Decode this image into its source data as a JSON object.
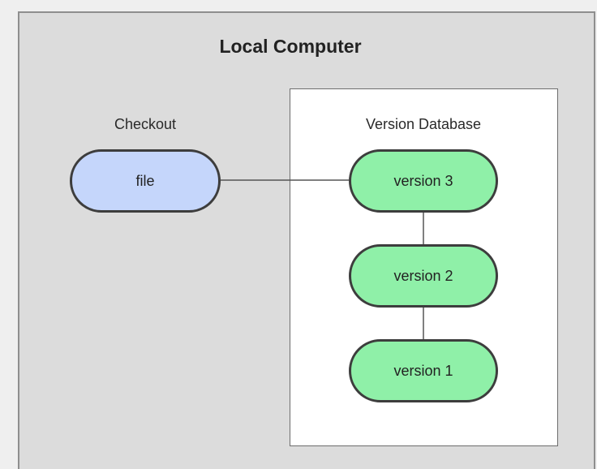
{
  "diagram": {
    "title": "Local Computer",
    "checkout": {
      "label": "Checkout",
      "file": "file"
    },
    "database": {
      "label": "Version Database",
      "versions": [
        "version 3",
        "version 2",
        "version 1"
      ]
    },
    "colors": {
      "outer_background": "#dcdcdc",
      "database_background": "#ffffff",
      "file_fill": "#c5d6fb",
      "version_fill": "#8ff0a8",
      "outline": "#3d3d3d"
    }
  }
}
